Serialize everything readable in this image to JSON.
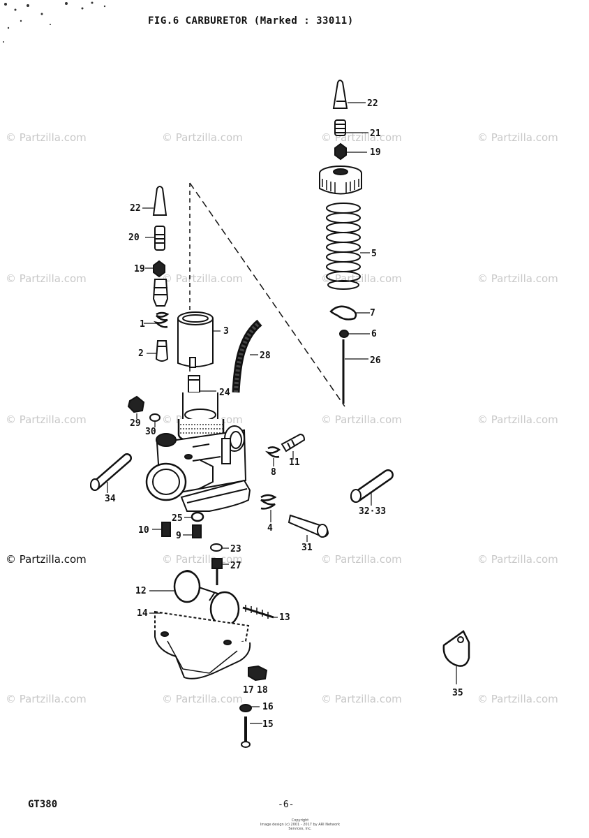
{
  "header": {
    "title": "FIG.6 CARBURETOR (Marked : 33011)"
  },
  "footer": {
    "model": "GT380",
    "page": "-6-",
    "copyright_line1": "Copyright",
    "copyright_line2": "Image design (c) 2001 - 2017 by ARI Network Services, Inc."
  },
  "watermark": "© Partzilla.com",
  "callouts": [
    "1",
    "2",
    "3",
    "4",
    "5",
    "6",
    "7",
    "8",
    "9",
    "10",
    "11",
    "12",
    "13",
    "14",
    "15",
    "16",
    "17",
    "18",
    "19",
    "19",
    "20",
    "21",
    "22",
    "22",
    "23",
    "24",
    "25",
    "26",
    "27",
    "28",
    "29",
    "30",
    "31",
    "32·33",
    "34",
    "35"
  ]
}
